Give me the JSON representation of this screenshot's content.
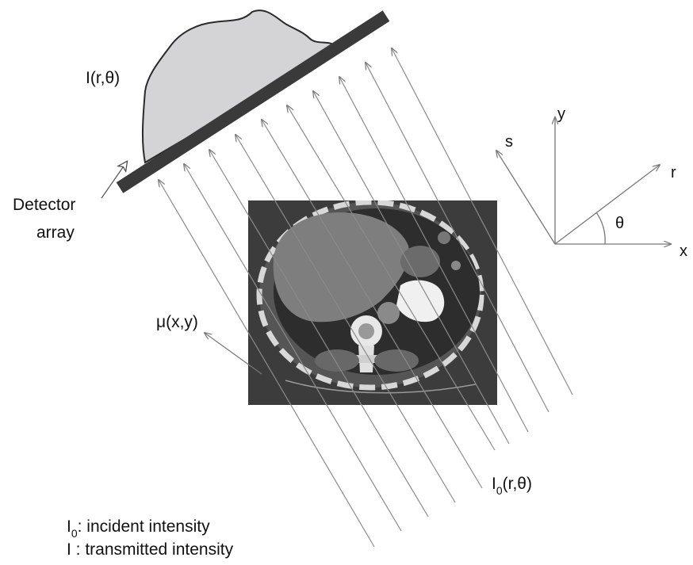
{
  "labels": {
    "projection": "I(r,θ)",
    "detector_line1": "Detector",
    "detector_line2": "array",
    "attenuation": "μ(x,y)",
    "incident_main": "I",
    "incident_sub": "0",
    "incident_rest": "(r,θ)",
    "axis_y": "y",
    "axis_x": "x",
    "axis_s": "s",
    "axis_r": "r",
    "axis_theta": "θ"
  },
  "legend": {
    "incident_main": "I",
    "incident_sub": "0",
    "incident_text": ": incident intensity",
    "transmitted": "I : transmitted intensity"
  },
  "colors": {
    "detector": "#3a3a3a",
    "profile_fill": "#d4d4d6",
    "rays": "#8a8a8a",
    "ct_background": "#3c3c3c"
  }
}
